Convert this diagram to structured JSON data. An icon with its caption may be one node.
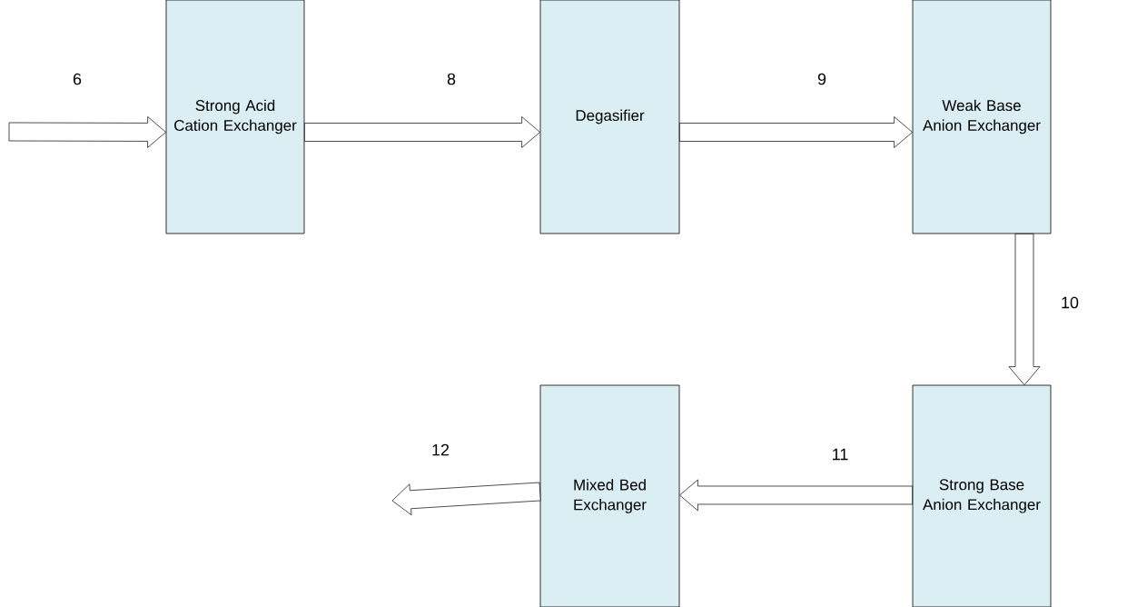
{
  "diagram": {
    "nodes": [
      {
        "text": [
          "Strong Acid Cation Exchanger"
        ]
      },
      {
        "text": [
          "Degasifier"
        ]
      },
      {
        "text": [
          "Weak Base Anion Exchanger"
        ]
      },
      {
        "text": [
          "Strong Base Anion Exchanger"
        ]
      },
      {
        "text": [
          "Mixed Bed Exchanger"
        ]
      }
    ],
    "edges": [
      {
        "from": null,
        "to": 0,
        "arrow": "to",
        "label": "6"
      },
      {
        "from": 0,
        "to": 1,
        "arrow": "to",
        "label": "8"
      },
      {
        "from": 1,
        "to": 2,
        "arrow": "to",
        "label": "9"
      },
      {
        "from": 2,
        "to": 3,
        "arrow": "to",
        "label": "10"
      },
      {
        "from": 3,
        "to": 4,
        "arrow": "to",
        "label": "11"
      },
      {
        "from": 4,
        "to": null,
        "arrow": "to",
        "label": "12"
      }
    ]
  }
}
